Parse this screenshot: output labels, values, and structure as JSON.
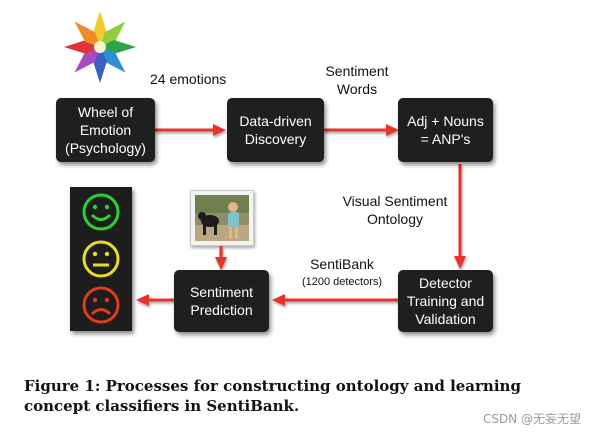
{
  "boxes": {
    "wheel": "Wheel of\nEmotion\n(Psychology)",
    "discovery": "Data-driven\nDiscovery",
    "anp": "Adj + Nouns\n= ANP's",
    "detector": "Detector\nTraining and\nValidation",
    "prediction": "Sentiment\nPrediction"
  },
  "labels": {
    "emotions": "24 emotions",
    "sentiment_words": "Sentiment\nWords",
    "visual_ontology": "Visual Sentiment\nOntology",
    "sentibank": "SentiBank",
    "detectors": "(1200 detectors)"
  },
  "caption": "Figure 1: Processes for constructing ontology and learning concept classifiers in SentiBank.",
  "watermark": "CSDN @无妄无望",
  "colors": {
    "box": "#1f1f1f",
    "arrow": "#e8322a",
    "happy": "#2fd12f",
    "neutral": "#e6dc2a",
    "sad": "#e23a1e"
  }
}
